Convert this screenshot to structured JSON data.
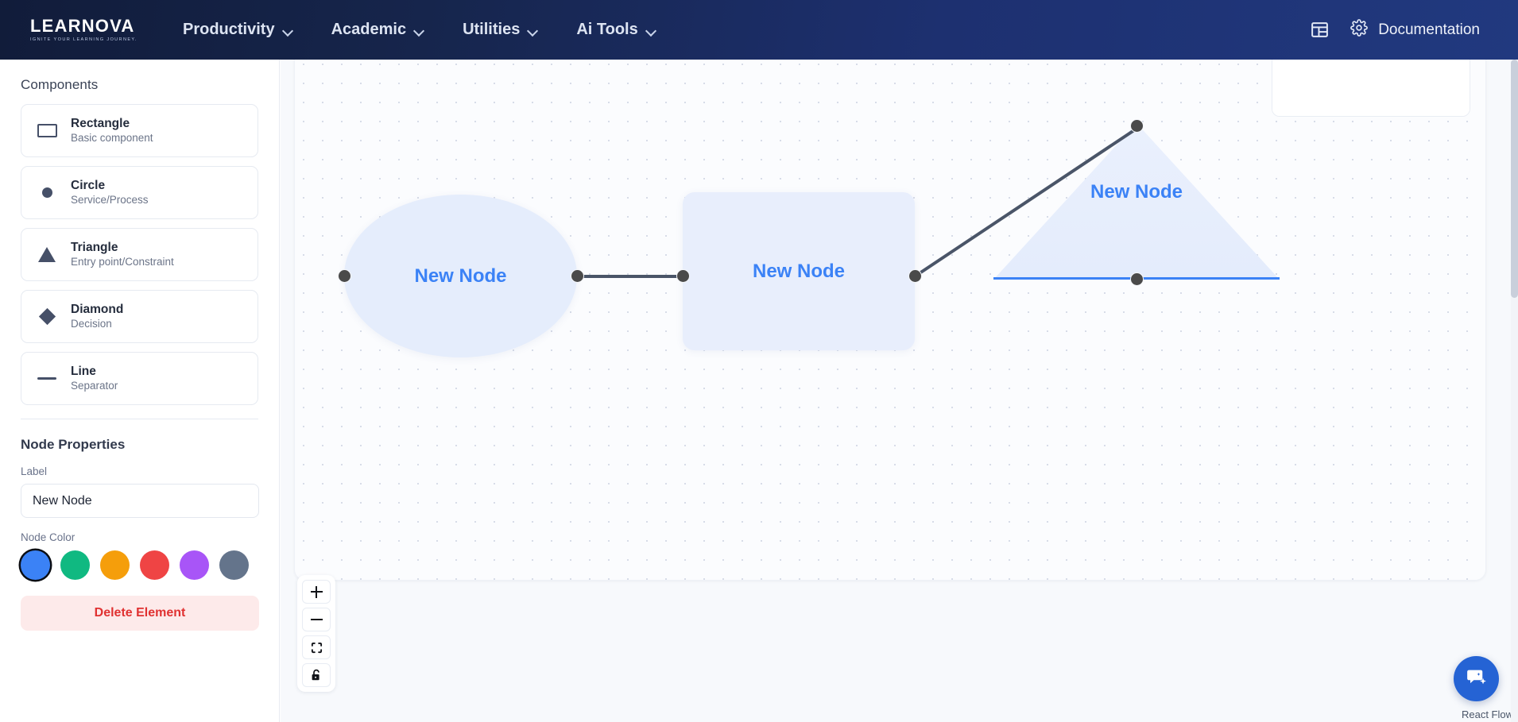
{
  "header": {
    "logo_text": "LEARNOVA",
    "logo_tagline": "IGNITE YOUR LEARNING JOURNEY.",
    "nav": [
      {
        "label": "Productivity",
        "icon": "chevron-down-icon"
      },
      {
        "label": "Academic",
        "icon": "chevron-down-icon"
      },
      {
        "label": "Utilities",
        "icon": "chevron-down-icon"
      },
      {
        "label": "Ai Tools",
        "icon": "chevron-down-icon"
      }
    ],
    "dashboard_icon": "layout-dashboard-icon",
    "settings_icon": "gear-icon",
    "documentation_label": "Documentation",
    "background_color": "#1b2c63"
  },
  "sidebar": {
    "components_title": "Components",
    "components": [
      {
        "name": "Rectangle",
        "desc": "Basic component",
        "icon": "rectangle-icon"
      },
      {
        "name": "Circle",
        "desc": "Service/Process",
        "icon": "circle-icon"
      },
      {
        "name": "Triangle",
        "desc": "Entry point/Constraint",
        "icon": "triangle-icon"
      },
      {
        "name": "Diamond",
        "desc": "Decision",
        "icon": "diamond-icon"
      },
      {
        "name": "Line",
        "desc": "Separator",
        "icon": "line-icon"
      }
    ],
    "properties_title": "Node Properties",
    "label_field_label": "Label",
    "label_field_value": "New Node",
    "label_field_placeholder": "New Node",
    "color_field_label": "Node Color",
    "colors": [
      {
        "name": "blue",
        "hex": "#3b82f6",
        "selected": true
      },
      {
        "name": "green",
        "hex": "#10b981",
        "selected": false
      },
      {
        "name": "amber",
        "hex": "#f59e0b",
        "selected": false
      },
      {
        "name": "red",
        "hex": "#ef4444",
        "selected": false
      },
      {
        "name": "purple",
        "hex": "#a855f7",
        "selected": false
      },
      {
        "name": "slate",
        "hex": "#64748b",
        "selected": false
      }
    ],
    "delete_label": "Delete Element"
  },
  "canvas": {
    "nodes": [
      {
        "id": "n1",
        "type": "ellipse",
        "label": "New Node",
        "fill": "#e5edfc",
        "text_color": "#3b82f6"
      },
      {
        "id": "n2",
        "type": "rectangle",
        "label": "New Node",
        "fill": "#e8eefc",
        "text_color": "#3b82f6"
      },
      {
        "id": "n3",
        "type": "triangle",
        "label": "New Node",
        "fill": "#e7eefd",
        "text_color": "#3b82f6"
      }
    ],
    "edges": [
      {
        "from": "n1",
        "to": "n2",
        "color": "#4a5568"
      },
      {
        "from": "n2",
        "to": "n3",
        "color": "#4a5568"
      }
    ],
    "handle_color": "#4a4a4a",
    "grid": "dots",
    "minimap": {
      "node_color": "#3f86f1",
      "node_count": 3
    },
    "controls": [
      {
        "name": "zoom-in",
        "glyph": "+"
      },
      {
        "name": "zoom-out",
        "glyph": "−"
      },
      {
        "name": "fit-view",
        "glyph": "fit"
      },
      {
        "name": "lock",
        "glyph": "lock"
      }
    ],
    "attribution": "React Flow",
    "chat_icon": "chat-sparkle-icon"
  }
}
